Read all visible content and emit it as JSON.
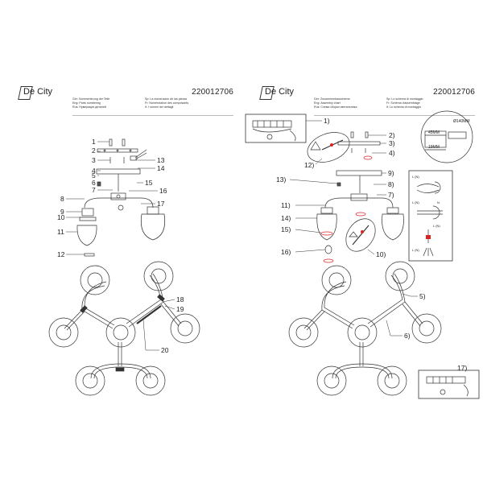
{
  "left": {
    "brand": "De City",
    "code": "220012706",
    "legend": [
      [
        "Ger: Nummerierung der Teile",
        "Sp: La numeración de las piezas"
      ],
      [
        "Eng: Parts numbering",
        "Fr: Numérotation des composants"
      ],
      [
        "Rus: Нумерация деталей",
        "It: I numeri dei dettagli"
      ]
    ],
    "labels": [
      "1",
      "2",
      "3",
      "4",
      "5",
      "6",
      "7",
      "8",
      "9",
      "10",
      "11",
      "12",
      "13",
      "14",
      "15",
      "16",
      "17",
      "18",
      "19",
      "20"
    ]
  },
  "right": {
    "brand": "De City",
    "code": "220012706",
    "legend": [
      [
        "Ger: Zusammenbauschema",
        "Sp: Lo schema di montaggio"
      ],
      [
        "Eng: Assembly chart",
        "Fr: Schéma d'assemblage"
      ],
      [
        "Rus: Схема сборки светильника",
        "It: Lo schema di montaggio"
      ]
    ],
    "labels": [
      "1)",
      "2)",
      "3)",
      "4)",
      "5)",
      "6)",
      "7)",
      "8)",
      "9)",
      "10)",
      "11)",
      "12)",
      "13)",
      "14)",
      "15)",
      "16)",
      "17)"
    ],
    "dims": {
      "d140": "Ø140MM",
      "m45": "45MM",
      "m19": "19MM"
    },
    "wire": {
      "ln": "L (N)",
      "n": "N"
    }
  },
  "colors": {
    "line": "#333333",
    "shade": "#555555",
    "red": "#d22222"
  }
}
